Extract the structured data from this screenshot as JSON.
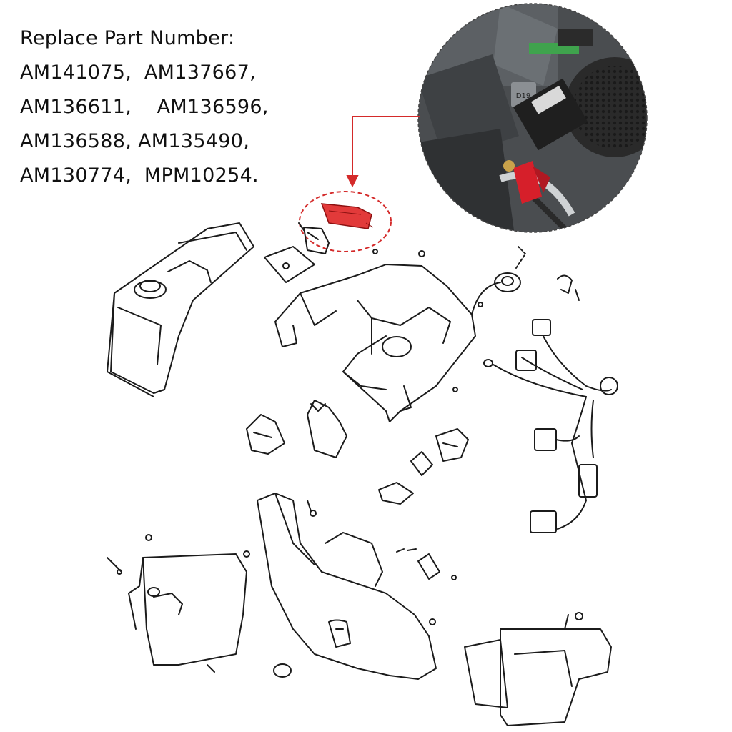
{
  "title": "Replace Part Number:",
  "part_lines": [
    "AM141075,  AM137667,",
    "AM136611,    AM136596,",
    "AM136588, AM135490,",
    "AM130774,  MPM10254."
  ],
  "colors": {
    "highlight": "#d42a2a",
    "line": "#1b1b1b",
    "photo_bg": "#3a3d40"
  },
  "inset_photo": {
    "label": "D19"
  }
}
